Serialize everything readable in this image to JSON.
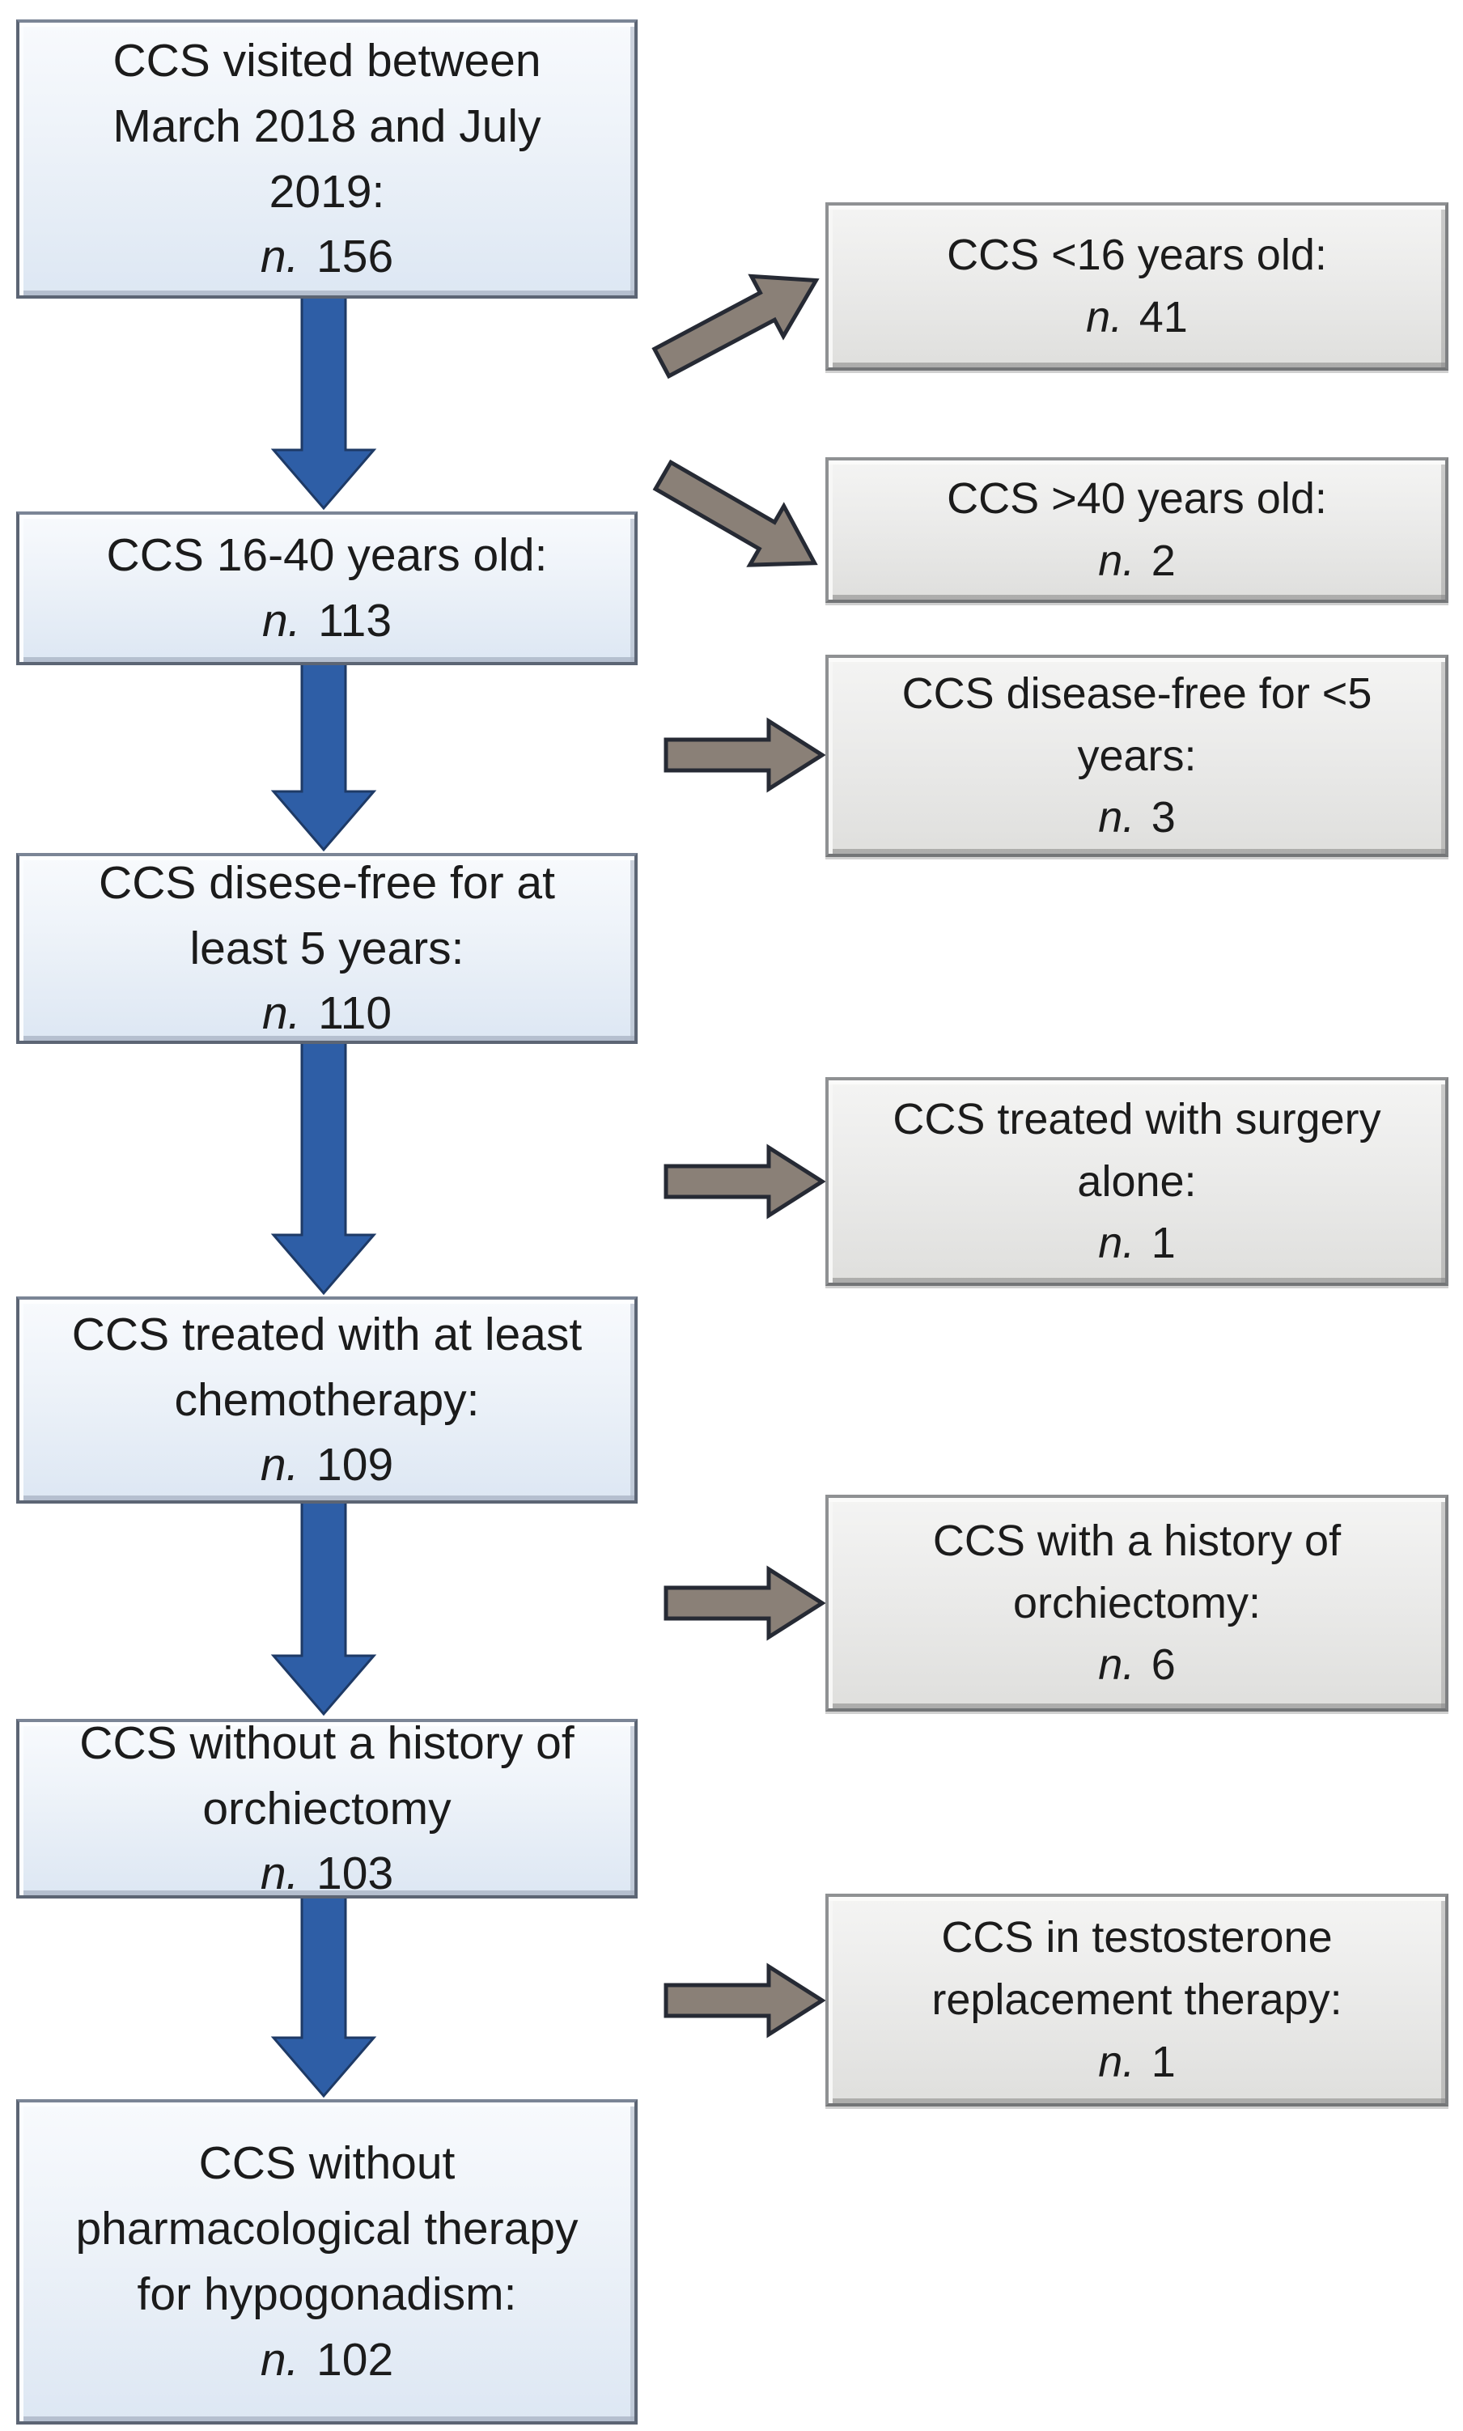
{
  "flow": {
    "main_boxes": [
      {
        "lines": [
          "CCS visited between",
          "March 2018 and July",
          "2019:"
        ],
        "n_label": "n.",
        "n_value": "156"
      },
      {
        "lines": [
          "CCS 16-40 years old:"
        ],
        "n_label": "n.",
        "n_value": "113"
      },
      {
        "lines": [
          "CCS disese-free for at",
          "least 5 years:"
        ],
        "n_label": "n.",
        "n_value": "110"
      },
      {
        "lines": [
          "CCS treated with at least",
          "chemotherapy:"
        ],
        "n_label": "n.",
        "n_value": "109"
      },
      {
        "lines": [
          "CCS without a history of",
          "orchiectomy"
        ],
        "n_label": "n.",
        "n_value": "103"
      },
      {
        "lines": [
          "CCS without",
          "pharmacological therapy",
          "for hypogonadism:"
        ],
        "n_label": "n.",
        "n_value": "102"
      }
    ],
    "excluded_boxes": [
      {
        "lines": [
          "CCS <16 years old:"
        ],
        "n_label": "n.",
        "n_value": "41"
      },
      {
        "lines": [
          "CCS >40 years old:"
        ],
        "n_label": "n.",
        "n_value": "2"
      },
      {
        "lines": [
          "CCS disease-free for <5",
          "years:"
        ],
        "n_label": "n.",
        "n_value": "3"
      },
      {
        "lines": [
          "CCS treated with surgery",
          "alone:"
        ],
        "n_label": "n.",
        "n_value": "1"
      },
      {
        "lines": [
          "CCS with a history of",
          "orchiectomy:"
        ],
        "n_label": "n.",
        "n_value": "6"
      },
      {
        "lines": [
          "CCS in testosterone",
          "replacement therapy:"
        ],
        "n_label": "n.",
        "n_value": "1"
      }
    ],
    "colors": {
      "main_box_fill": "#e3eaf4",
      "main_box_border": "#5c6574",
      "excluded_box_fill": "#e9e9e8",
      "excluded_box_border": "#8f9193",
      "down_arrow_fill": "#2e5ea6",
      "down_arrow_outline": "#1e3a66",
      "exclusion_arrow_fill": "#8a8077",
      "exclusion_arrow_outline": "#262a34",
      "text": "#1b1b1b"
    }
  }
}
